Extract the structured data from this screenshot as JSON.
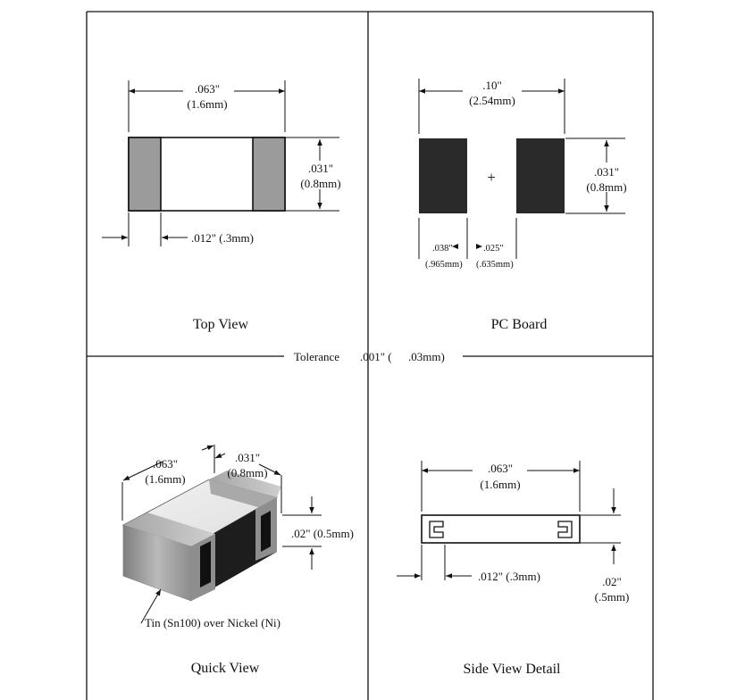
{
  "tolerance": {
    "label": "Tolerance",
    "inches": ".001\" (",
    "mm": ".03mm)"
  },
  "top_view": {
    "caption": "Top View",
    "length_in": ".063\"",
    "length_mm": "(1.6mm)",
    "width_in": ".031\"",
    "width_mm": "(0.8mm)",
    "terminal": ".012\" (.3mm)"
  },
  "pc_board": {
    "caption": "PC Board",
    "span_in": ".10\"",
    "span_mm": "(2.54mm)",
    "height_in": ".031\"",
    "height_mm": "(0.8mm)",
    "pad_in": ".038\"",
    "pad_mm": "(.965mm)",
    "gap_in": ".025\"",
    "gap_mm": "(.635mm)",
    "center_mark": "+"
  },
  "quick_view": {
    "caption": "Quick View",
    "length_in": ".063\"",
    "length_mm": "(1.6mm)",
    "width_in": ".031\"",
    "width_mm": "(0.8mm)",
    "height": ".02\"  (0.5mm)",
    "finish": "Tin (Sn100) over Nickel (Ni)"
  },
  "side_view": {
    "caption": "Side View Detail",
    "length_in": ".063\"",
    "length_mm": "(1.6mm)",
    "terminal": ".012\" (.3mm)",
    "height_in": ".02\"",
    "height_mm": "(.5mm)"
  },
  "colors": {
    "line": "#111111",
    "terminal_gray": "#9b9b9b",
    "pad_dark": "#2a2a2a"
  }
}
